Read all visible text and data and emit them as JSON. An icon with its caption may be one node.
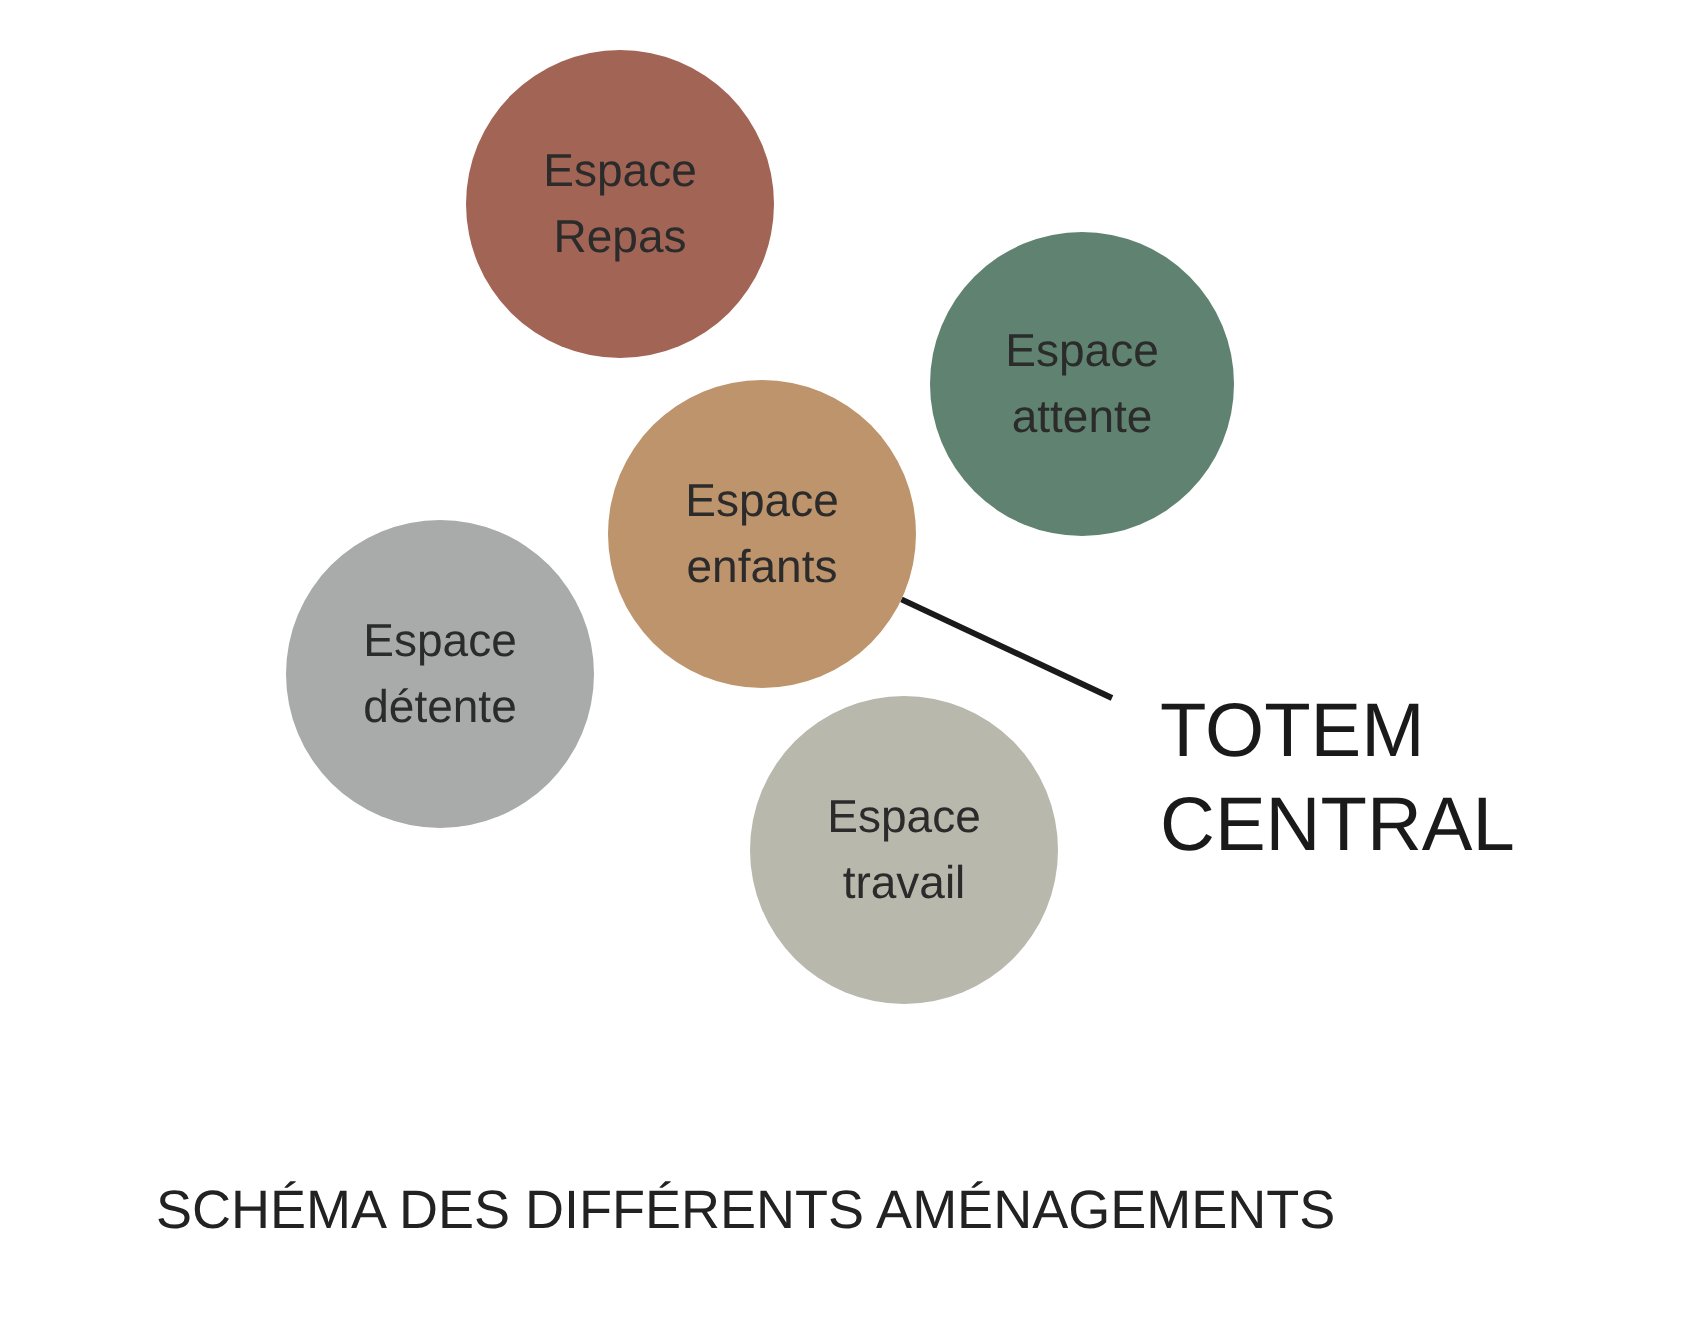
{
  "diagram": {
    "caption": "SCHÉMA DES DIFFÉRENTS AMÉNAGEMENTS",
    "nodes": [
      {
        "text": [
          "Espace Repas"
        ]
      },
      {
        "text": [
          "Espace attente"
        ]
      },
      {
        "text": [
          "Espace enfants"
        ]
      },
      {
        "text": [
          "Espace détente"
        ]
      },
      {
        "text": [
          "Espace travail"
        ]
      },
      {
        "text": [
          "TOTEM CENTRAL"
        ]
      }
    ],
    "edges": [
      {
        "from": 5,
        "to": 2,
        "arrow": "none"
      }
    ]
  }
}
